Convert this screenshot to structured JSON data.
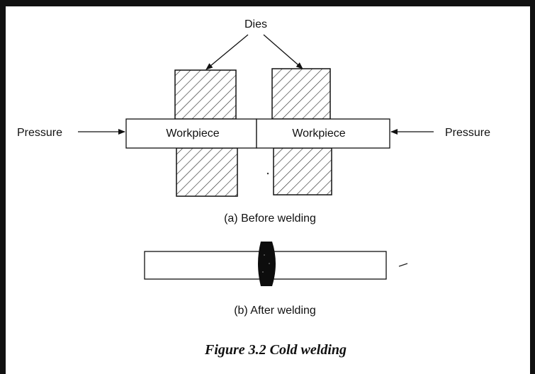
{
  "diagram": {
    "dies_label": "Dies",
    "pressure_left": "Pressure",
    "pressure_right": "Pressure",
    "workpiece_left": "Workpiece",
    "workpiece_right": "Workpiece",
    "caption_a": "(a) Before welding",
    "caption_b": "(b) After welding",
    "figure_title": "Figure 3.2 Cold welding"
  }
}
